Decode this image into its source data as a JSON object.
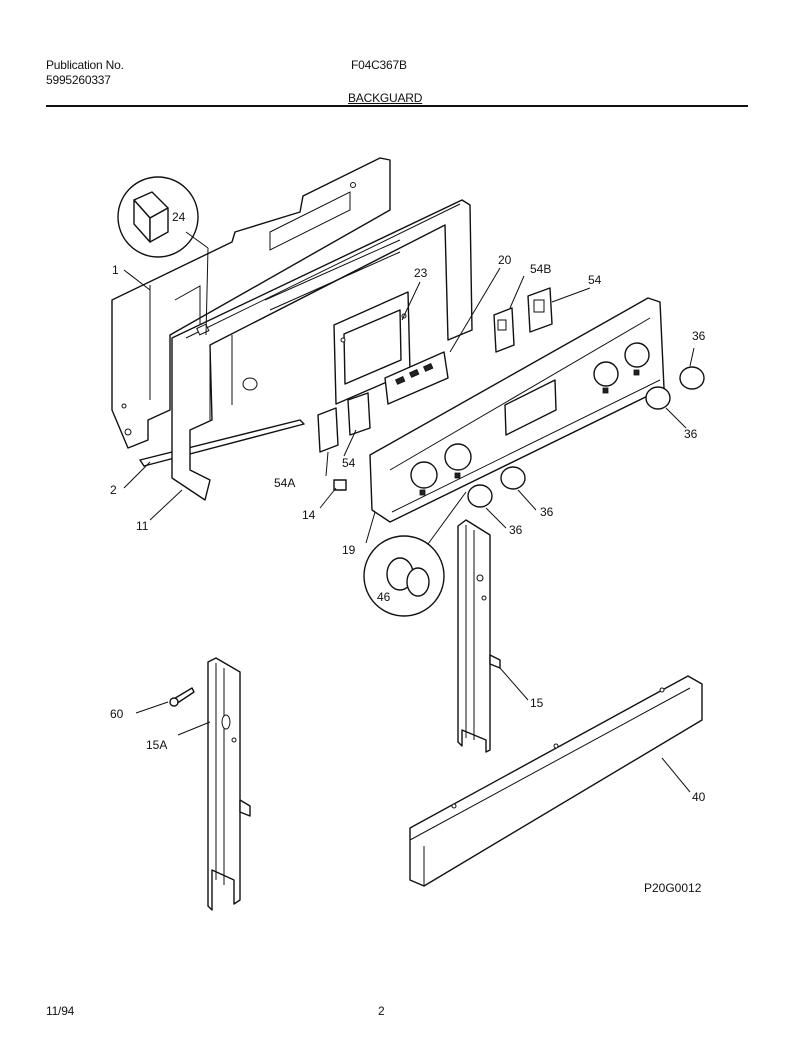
{
  "header": {
    "publication_label": "Publication No.",
    "publication_number": "5995260337",
    "model": "F04C367B",
    "section_title": "BACKGUARD"
  },
  "diagram": {
    "callouts": {
      "c1": "1",
      "c2": "2",
      "c11": "11",
      "c14": "14",
      "c15": "15",
      "c15a": "15A",
      "c19": "19",
      "c20": "20",
      "c23": "23",
      "c24": "24",
      "c36a": "36",
      "c36b": "36",
      "c36c": "36",
      "c36d": "36",
      "c40": "40",
      "c46": "46",
      "c54a": "54",
      "c54b": "54",
      "c54A": "54A",
      "c54B": "54B",
      "c60": "60"
    },
    "figure_code": "P20G0012"
  },
  "footer": {
    "date": "11/94",
    "page": "2"
  }
}
